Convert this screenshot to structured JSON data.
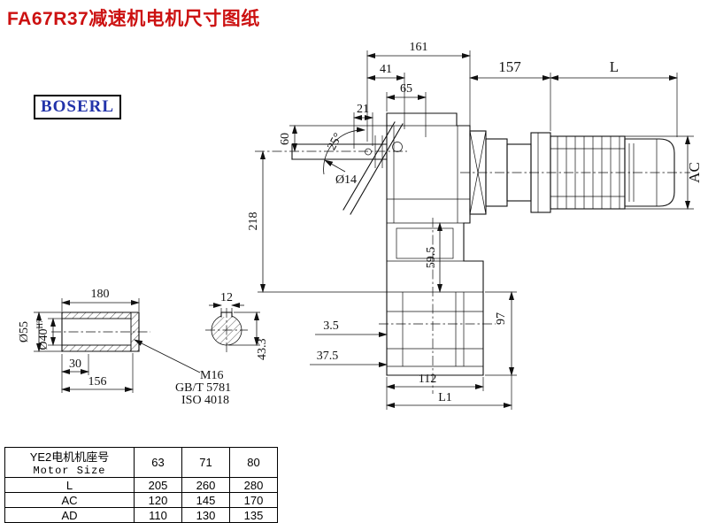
{
  "title": "FA67R37减速机电机尺寸图纸",
  "brand": "BOSERL",
  "dims": {
    "d161": "161",
    "d41": "41",
    "d65": "65",
    "d21": "21",
    "d60": "60",
    "d218": "218",
    "dia14": "Ø14",
    "ang25": "25°",
    "d157": "157",
    "L": "L",
    "AC": "AC",
    "d59_5": "59.5",
    "d97": "97",
    "d3_5": "3.5",
    "d37_5": "37.5",
    "d112": "112",
    "L1": "L1"
  },
  "shaft_detail": {
    "d180": "180",
    "dia55": "Ø55",
    "dia40": "Ø40",
    "tol": "H7",
    "d30": "30",
    "d156": "156",
    "d12": "12",
    "d43_3": "43.3",
    "m16": "M16",
    "gbt": "GB/T 5781",
    "iso": "ISO 4018"
  },
  "table": {
    "header_cn": "YE2电机机座号",
    "header_en": "Motor Size",
    "sizes": [
      "63",
      "71",
      "80"
    ],
    "rows": [
      {
        "label": "L",
        "values": [
          "205",
          "260",
          "280"
        ]
      },
      {
        "label": "AC",
        "values": [
          "120",
          "145",
          "170"
        ]
      },
      {
        "label": "AD",
        "values": [
          "110",
          "130",
          "135"
        ]
      }
    ]
  }
}
